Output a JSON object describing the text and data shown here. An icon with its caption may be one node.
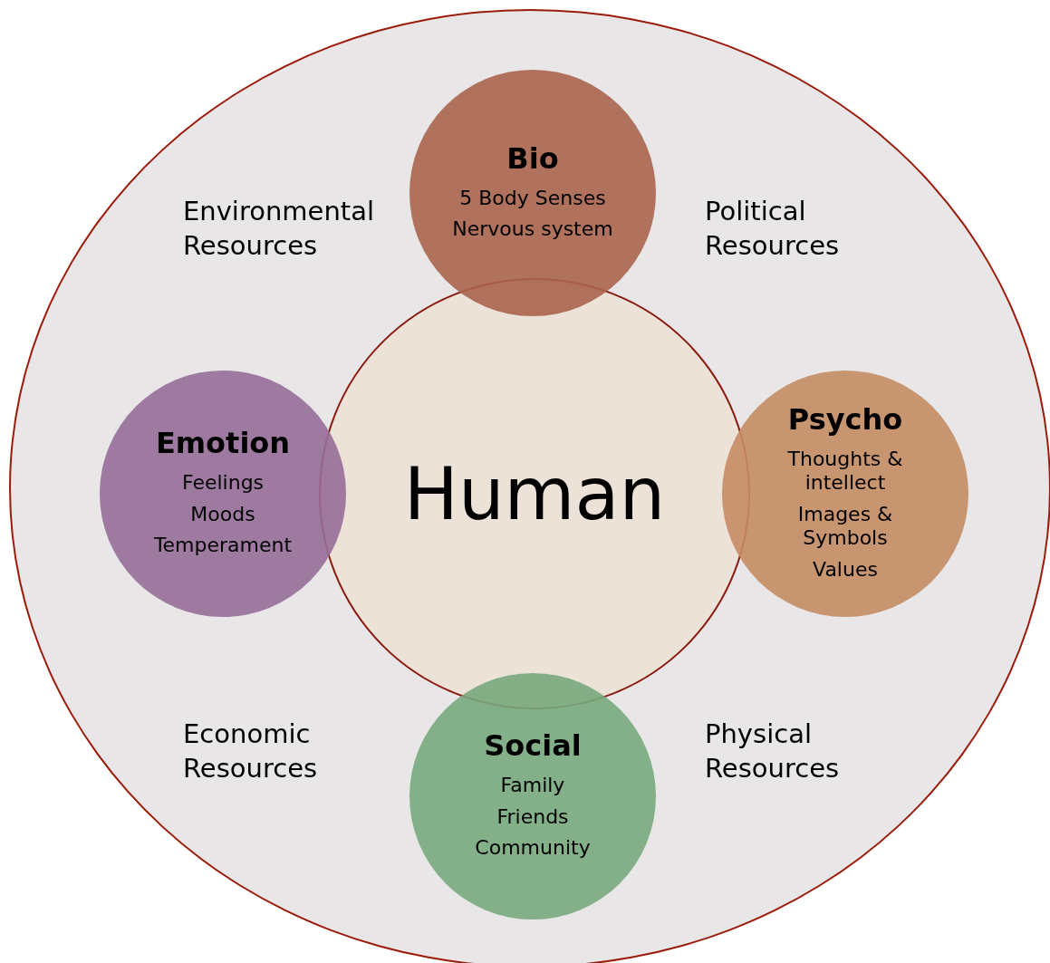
{
  "diagram": {
    "nodes": [
      {
        "text": [],
        "shape": "ellipse"
      },
      {
        "text": [
          "Human"
        ],
        "in": 0
      },
      {
        "text": [
          "Bio",
          "5 Body Senses",
          "Nervous system"
        ],
        "in": 0
      },
      {
        "text": [
          "Emotion",
          "Feelings",
          "Moods",
          "Temperament"
        ],
        "in": 0
      },
      {
        "text": [
          "Psycho",
          "Thoughts & intellect",
          "Images & Symbols",
          "Values"
        ],
        "in": 0
      },
      {
        "text": [
          "Social",
          "Family",
          "Friends",
          "Community"
        ],
        "in": 0
      }
    ],
    "edges": [],
    "labels": [
      "Environmental Resources",
      "Political Resources",
      "Economic Resources",
      "Physical Resources"
    ]
  }
}
